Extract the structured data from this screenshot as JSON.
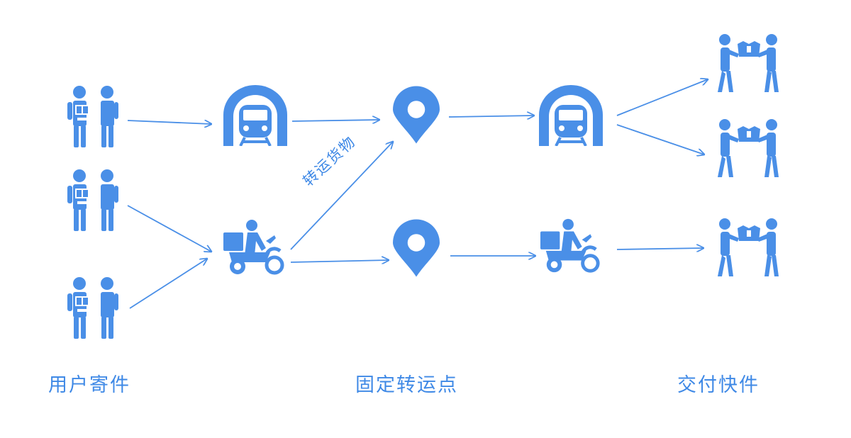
{
  "labels": {
    "send": "用户寄件",
    "station": "固定转运点",
    "deliver": "交付快件",
    "arrow": "转运货物"
  },
  "colors": {
    "icon": "#4a8fe7",
    "arrow": "#4a8fe7",
    "text": "#3f89e6",
    "background": "#ffffff"
  },
  "icons": {
    "sender": "person-handing-parcel-icon",
    "metro": "subway-train-icon",
    "courier": "delivery-scooter-icon",
    "station": "map-pin-icon",
    "handover": "parcel-handover-icon"
  }
}
